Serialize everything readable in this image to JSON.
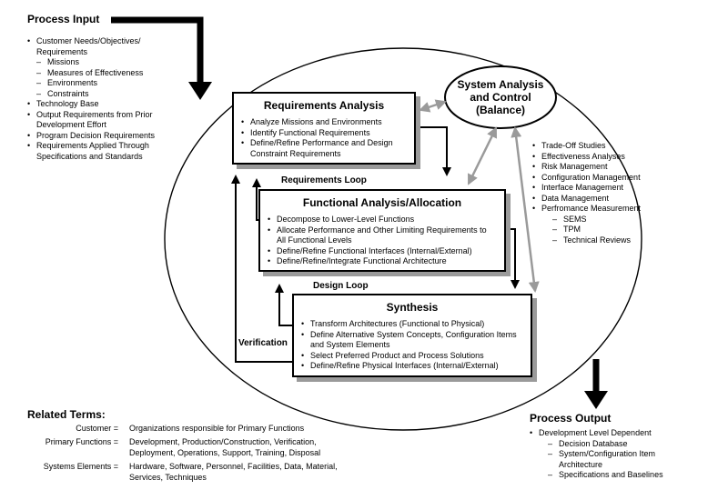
{
  "process_input": {
    "title": "Process Input",
    "items": [
      {
        "text": "Customer Needs/Objectives/ Requirements",
        "sub": [
          "Missions",
          "Measures of Effectiveness",
          "Environments",
          "Constraints"
        ]
      },
      {
        "text": "Technology Base"
      },
      {
        "text": "Output Requirements from Prior Development Effort"
      },
      {
        "text": "Program Decision Requirements"
      },
      {
        "text": "Requirements Applied Through Specifications and Standards"
      }
    ]
  },
  "system_analysis": {
    "title_line1": "System Analysis",
    "title_line2": "and Control",
    "title_line3": "(Balance)",
    "items": [
      "Trade-Off Studies",
      "Effectiveness Analyses",
      "Risk Management",
      "Configuration Management",
      "Interface Management",
      "Data Management",
      "Perfromance Measurement"
    ],
    "sub_items": [
      "SEMS",
      "TPM",
      "Technical Reviews"
    ]
  },
  "requirements_analysis": {
    "title": "Requirements Analysis",
    "items": [
      "Analyze Missions and Environments",
      "Identify Functional Requirements",
      "Define/Refine Performance and Design Constraint Requirements"
    ]
  },
  "functional_analysis": {
    "title": "Functional Analysis/Allocation",
    "items": [
      "Decompose to Lower-Level Functions",
      "Allocate Performance and Other Limiting Requirements to All Functional Levels",
      "Define/Refine Functional Interfaces (Internal/External)",
      "Define/Refine/Integrate Functional Architecture"
    ]
  },
  "synthesis": {
    "title": "Synthesis",
    "items": [
      "Transform Architectures (Functional to Physical)",
      "Define Alternative System Concepts, Configuration Items and System Elements",
      "Select Preferred Product and Process Solutions",
      "Define/Refine Physical Interfaces (Internal/External)"
    ]
  },
  "loops": {
    "requirements_loop": "Requirements Loop",
    "design_loop": "Design Loop",
    "verification": "Verification"
  },
  "related_terms": {
    "title": "Related Terms:",
    "terms": [
      {
        "name": "Customer =",
        "definition": "Organizations responsible for Primary Functions"
      },
      {
        "name": "Primary Functions =",
        "definition": "Development, Production/Construction, Verification, Deployment, Operations, Support, Training, Disposal"
      },
      {
        "name": "Systems Elements =",
        "definition": "Hardware, Software, Personnel, Facilities, Data, Material, Services, Techniques"
      }
    ]
  },
  "process_output": {
    "title": "Process Output",
    "items": [
      "Development Level Dependent"
    ],
    "sub_items": [
      "Decision Database",
      "System/Configuration Item Architecture",
      "Specifications and Baselines"
    ]
  },
  "colors": {
    "line": "#000000",
    "shadow": "#9a9a9a",
    "control_arrow": "#9a9a9a"
  }
}
